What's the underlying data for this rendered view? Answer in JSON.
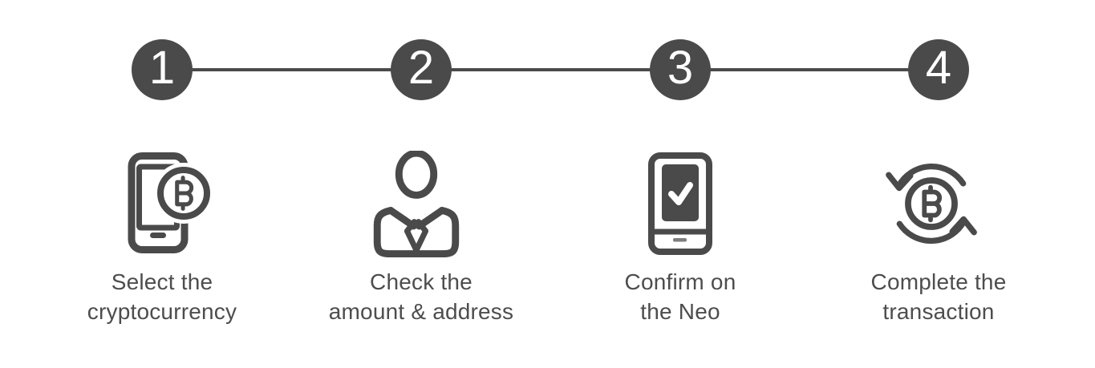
{
  "diagram": {
    "kind": "process-steps",
    "background": "#ffffff",
    "colors": {
      "element_gray": "#4a4a4a",
      "label_text": "#4d4d4d",
      "step_number": "#ffffff",
      "check_mark": "#ffffff"
    },
    "connector": {
      "from_step": "1",
      "to_step": "4"
    },
    "steps": [
      {
        "number": "1",
        "icon": "smartphone-bitcoin-icon",
        "label_lines": [
          "Select the",
          "cryptocurrency"
        ]
      },
      {
        "number": "2",
        "icon": "businessman-icon",
        "label_lines": [
          "Check the",
          "amount & address"
        ]
      },
      {
        "number": "3",
        "icon": "device-confirm-icon",
        "label_lines": [
          "Confirm on",
          "the Neo"
        ]
      },
      {
        "number": "4",
        "icon": "bitcoin-cycle-icon",
        "label_lines": [
          "Complete the",
          "transaction"
        ]
      }
    ]
  }
}
